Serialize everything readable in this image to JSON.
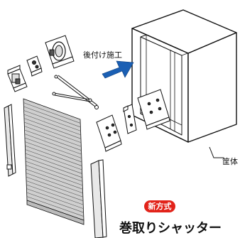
{
  "labels": {
    "retrofit": "後付け施工",
    "case": "筐体"
  },
  "badge": {
    "text": "新方式",
    "color": "#e2231a"
  },
  "title": "巻取りシャッター",
  "colors": {
    "arrow": "#1a5fb4",
    "line": "#111111",
    "shutter_fill": "#cfcfcf"
  },
  "icons": {
    "arrow": "blue-insertion-arrow"
  }
}
